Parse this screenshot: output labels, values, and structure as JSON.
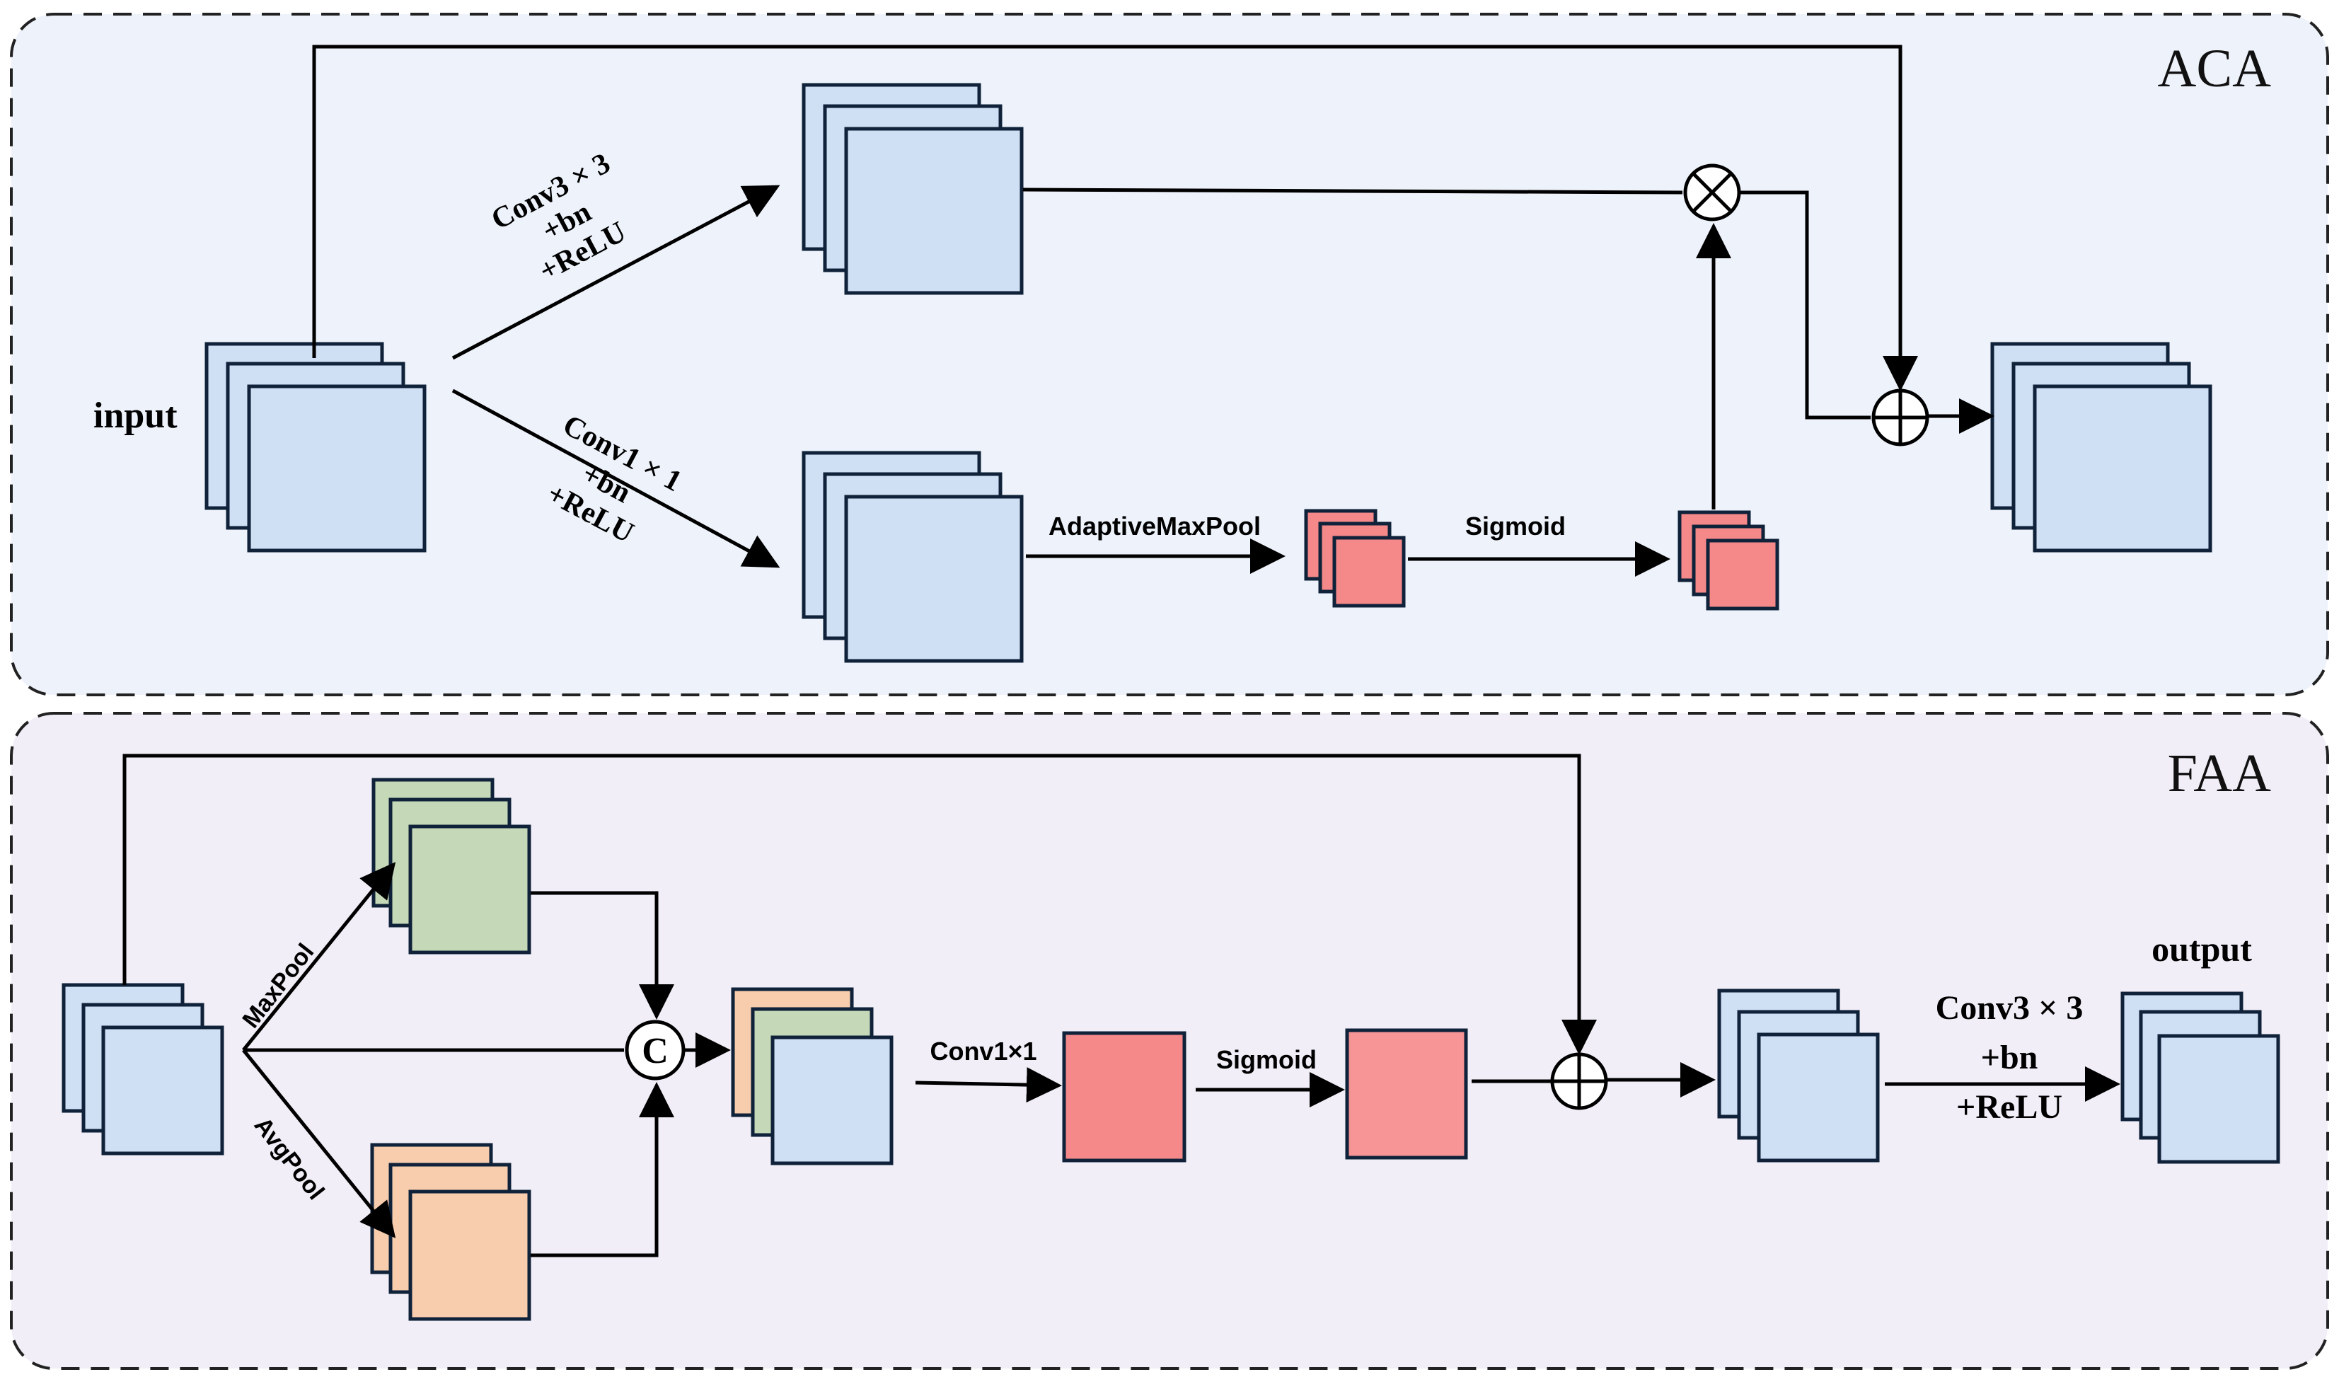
{
  "colors": {
    "aca_bg": "#eef3fb",
    "faa_bg": "#f2eef8",
    "blue": "#cfdff4",
    "red": "#f5898a",
    "red_light": "#f69496",
    "green": "#c5d8b8",
    "orange": "#f8cdae",
    "stroke": "#0f2239"
  },
  "aca": {
    "title": "ACA",
    "input_label": "input",
    "conv3_lines": [
      "Conv3 × 3",
      "+bn",
      "+ReLU"
    ],
    "conv1_lines": [
      "Conv1 × 1",
      "+bn",
      "+ReLU"
    ],
    "pool_label": "AdaptiveMaxPool",
    "sigmoid_label": "Sigmoid",
    "multiply_symbol": "⊗",
    "add_symbol": "⊕"
  },
  "faa": {
    "title": "FAA",
    "maxpool_label": "MaxPool",
    "avgpool_label": "AvgPool",
    "concat_symbol": "C",
    "conv1_label": "Conv1×1",
    "sigmoid_label": "Sigmoid",
    "add_symbol": "⊕",
    "output_label": "output",
    "final_conv_lines": [
      "Conv3 × 3",
      "+bn",
      "+ReLU"
    ]
  }
}
